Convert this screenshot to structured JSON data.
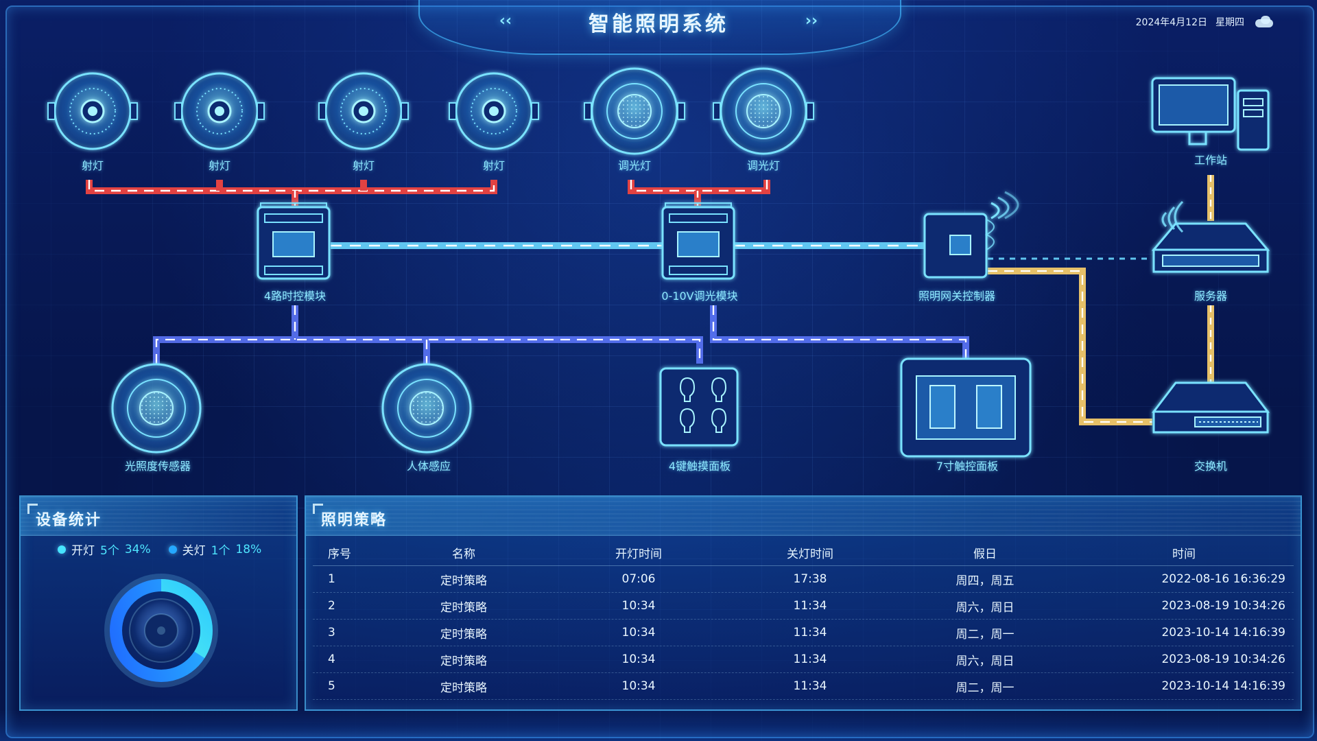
{
  "header": {
    "title": "智能照明系统",
    "nav_prev": "‹‹",
    "nav_next": "››",
    "date": "2024年4月12日",
    "weekday": "星期四",
    "weather_icon": "cloud-icon"
  },
  "diagram": {
    "labels": {
      "spotlight": "射灯",
      "dimmer_light": "调光灯",
      "workstation": "工作站",
      "time_module": "4路时控模块",
      "dimming_module": "0-10V调光模块",
      "gateway": "照明网关控制器",
      "server": "服务器",
      "light_sensor": "光照度传感器",
      "human_sensor": "人体感应",
      "touch_panel_4": "4键触摸面板",
      "touch_panel_7": "7寸触控面板",
      "switch": "交换机"
    },
    "colors": {
      "red_line": "#e24242",
      "blue_line": "#5f79ff",
      "cyan_line": "#6ad8ff",
      "yellow_line": "#ffd36a",
      "device_stroke": "#7ae2ff",
      "device_fill": "#1a5aa8"
    }
  },
  "stats": {
    "title": "设备统计",
    "on": {
      "label": "开灯",
      "count": "5个",
      "percent": "34%",
      "color": "#47e4ff",
      "fraction": 0.34
    },
    "off": {
      "label": "关灯",
      "count": "1个",
      "percent": "18%",
      "color": "#25a8ff",
      "fraction": 0.18
    }
  },
  "strategy": {
    "title": "照明策略",
    "headers": [
      "序号",
      "名称",
      "开灯时间",
      "关灯时间",
      "假日",
      "时间"
    ],
    "rows": [
      [
        "1",
        "定时策略",
        "07:06",
        "17:38",
        "周四，周五",
        "2022-08-16 16:36:29"
      ],
      [
        "2",
        "定时策略",
        "10:34",
        "11:34",
        "周六，周日",
        "2023-08-19 10:34:26"
      ],
      [
        "3",
        "定时策略",
        "10:34",
        "11:34",
        "周二，周一",
        "2023-10-14 14:16:39"
      ],
      [
        "4",
        "定时策略",
        "10:34",
        "11:34",
        "周六，周日",
        "2023-08-19 10:34:26"
      ],
      [
        "5",
        "定时策略",
        "10:34",
        "11:34",
        "周二，周一",
        "2023-10-14 14:16:39"
      ]
    ]
  }
}
